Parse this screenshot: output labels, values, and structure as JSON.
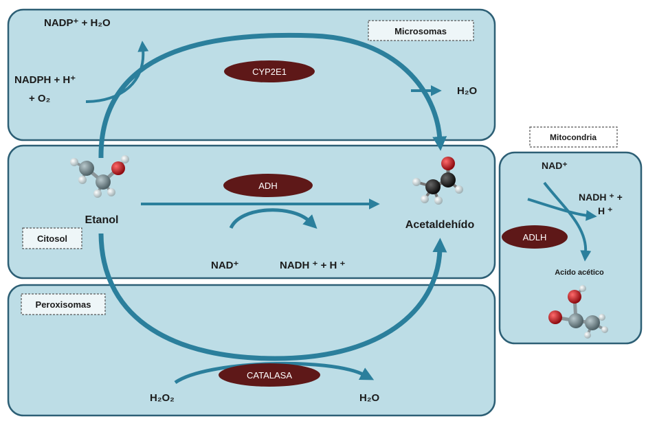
{
  "compartments": {
    "microsomes": "Microsomas",
    "cytosol": "Citosol",
    "peroxisomes": "Peroxisomas",
    "mitochondria": "Mitocondria"
  },
  "enzymes": {
    "cyp2e1": "CYP2E1",
    "adh": "ADH",
    "catalase": "CATALASA",
    "adlh": "ADLH"
  },
  "molecules": {
    "ethanol": "Etanol",
    "acetaldehyde": "Acetaldehído",
    "acetic_acid": "Acido acético"
  },
  "microsomal_reaction": {
    "nadp_h2o": "NADP⁺ + H₂O",
    "nadph_line1": "NADPH + H⁺",
    "nadph_line2": "+ O₂",
    "water": "H₂O"
  },
  "cytosol_reaction": {
    "nad": "NAD⁺",
    "nadh": "NADH ⁺ + H ⁺"
  },
  "peroxisome_reaction": {
    "h2o2": "H₂O₂",
    "water": "H₂O"
  },
  "mitochondria_reaction": {
    "nad": "NAD⁺",
    "nadh_line1": "NADH ⁺ +",
    "nadh_line2": "H ⁺"
  },
  "colors": {
    "compartment_fill": "#bddde6",
    "compartment_stroke": "#2d5f75",
    "arrow": "#2b7f9c",
    "enzyme_fill": "#5e1818",
    "carbon": "#6c7f84",
    "oxygen": "#c0141b",
    "hydrogen": "#e7eef0"
  }
}
